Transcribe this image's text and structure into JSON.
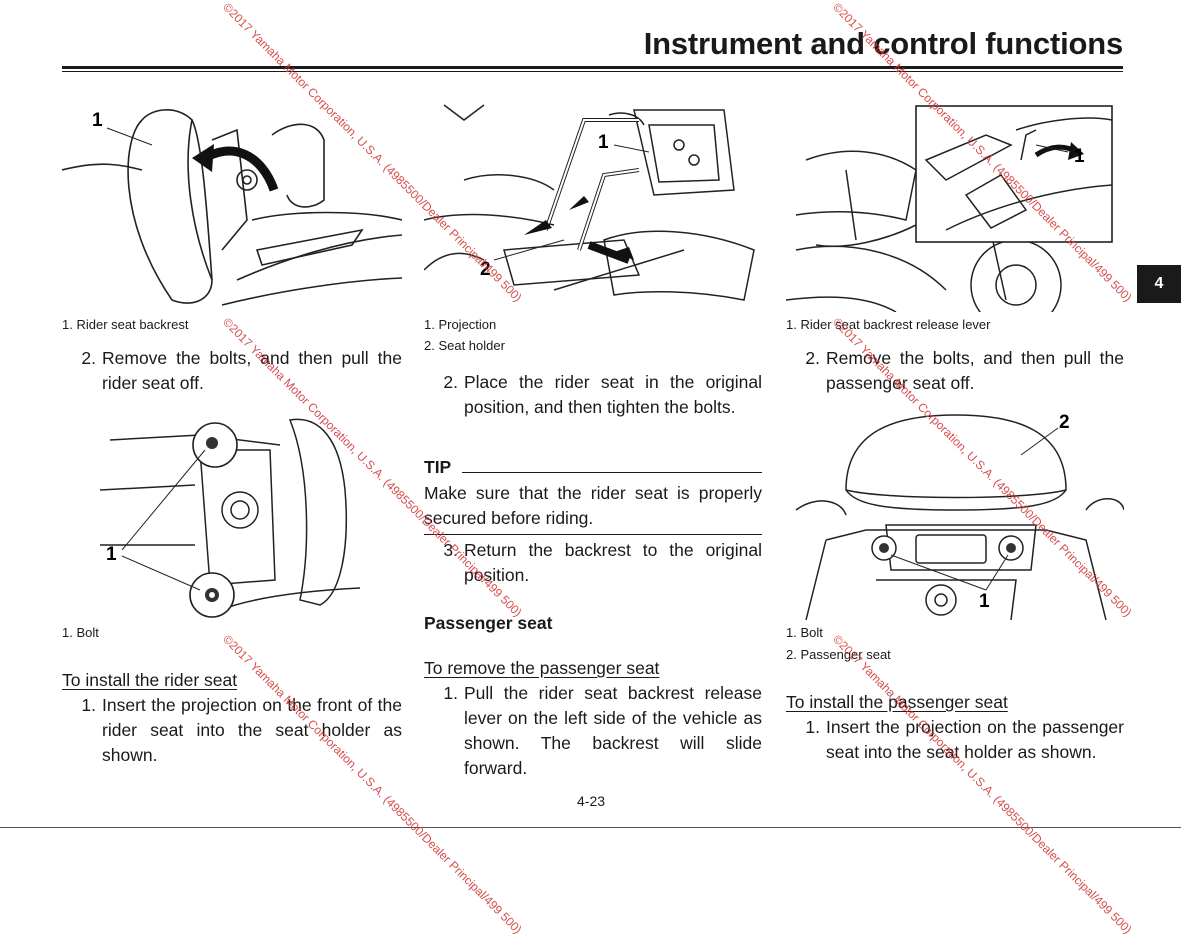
{
  "header": {
    "title": "Instrument and control functions"
  },
  "chapter_tab": "4",
  "page_number": "4-23",
  "col1": {
    "fig1": {
      "callout": "1",
      "caption": "1. Rider seat backrest"
    },
    "step2_num": "2.",
    "step2_text": "Remove the bolts, and then pull the rider seat off.",
    "fig2": {
      "callout": "1",
      "caption": "1. Bolt"
    },
    "install_heading": "To install the rider seat",
    "install_step1_num": "1.",
    "install_step1_text": "Insert the projection on the front of the rider seat into the seat holder as shown."
  },
  "col2": {
    "fig": {
      "callout1": "1",
      "callout2": "2",
      "caption1": "1. Projection",
      "caption2": "2. Seat holder"
    },
    "step2_num": "2.",
    "step2_text": "Place the rider seat in the original position, and then tighten the bolts.",
    "tip_label": "TIP",
    "tip_text": "Make sure that the rider seat is properly secured before riding.",
    "step3_num": "3.",
    "step3_text": "Return the backrest to the original position.",
    "passenger_heading": "Passenger seat",
    "remove_heading": "To remove the passenger seat",
    "remove_step1_num": "1.",
    "remove_step1_text": "Pull the rider seat backrest release lever on the left side of the vehicle as shown. The backrest will slide forward."
  },
  "col3": {
    "fig1": {
      "callout": "1",
      "caption": "1. Rider seat backrest release lever"
    },
    "step2_num": "2.",
    "step2_text": "Remove the bolts, and then pull the passenger seat off.",
    "fig2": {
      "callout1": "2",
      "callout2": "1",
      "caption1": "1. Bolt",
      "caption2": "2. Passenger seat"
    },
    "install_heading": "To install the passenger seat",
    "install_step1_num": "1.",
    "install_step1_text": "Insert the projection on the passenger seat into the seat holder as shown."
  },
  "watermark": "©2017 Yamaha Motor Corporation, U.S.A. (4985500/Dealer Principal/499 500)"
}
